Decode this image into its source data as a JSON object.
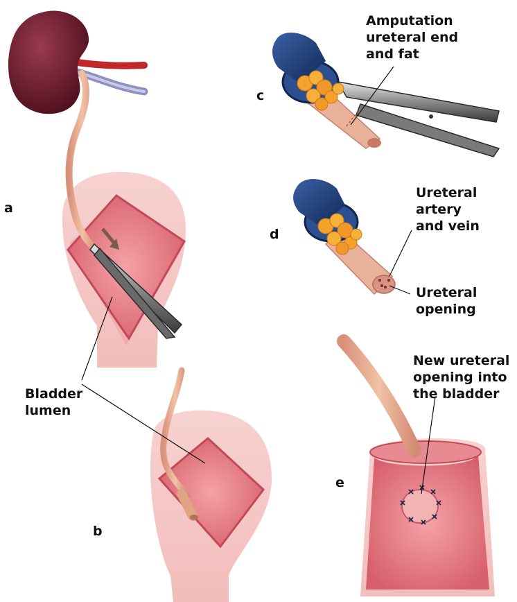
{
  "panels": {
    "a": "a",
    "b": "b",
    "c": "c",
    "d": "d",
    "e": "e"
  },
  "labels": {
    "amputation": [
      "Amputation",
      "ureteral end",
      "and fat"
    ],
    "artery_vein": [
      "Ureteral",
      "artery",
      "and vein"
    ],
    "ureteral_opening": [
      "Ureteral",
      "opening"
    ],
    "new_opening": [
      "New ureteral",
      "opening into",
      "the bladder"
    ],
    "bladder_lumen": [
      "Bladder",
      "lumen"
    ]
  },
  "colors": {
    "kidney": "#6e1a2c",
    "artery": "#c0262a",
    "vein": "#8f8fc4",
    "ureter": "#e3a98a",
    "bladder_outer": "#f4c9c7",
    "bladder_inner": "#d9626e",
    "clamp_cap": "#1d3f7a",
    "fat": "#f0a02a",
    "instrument": "#5c5c5c"
  }
}
